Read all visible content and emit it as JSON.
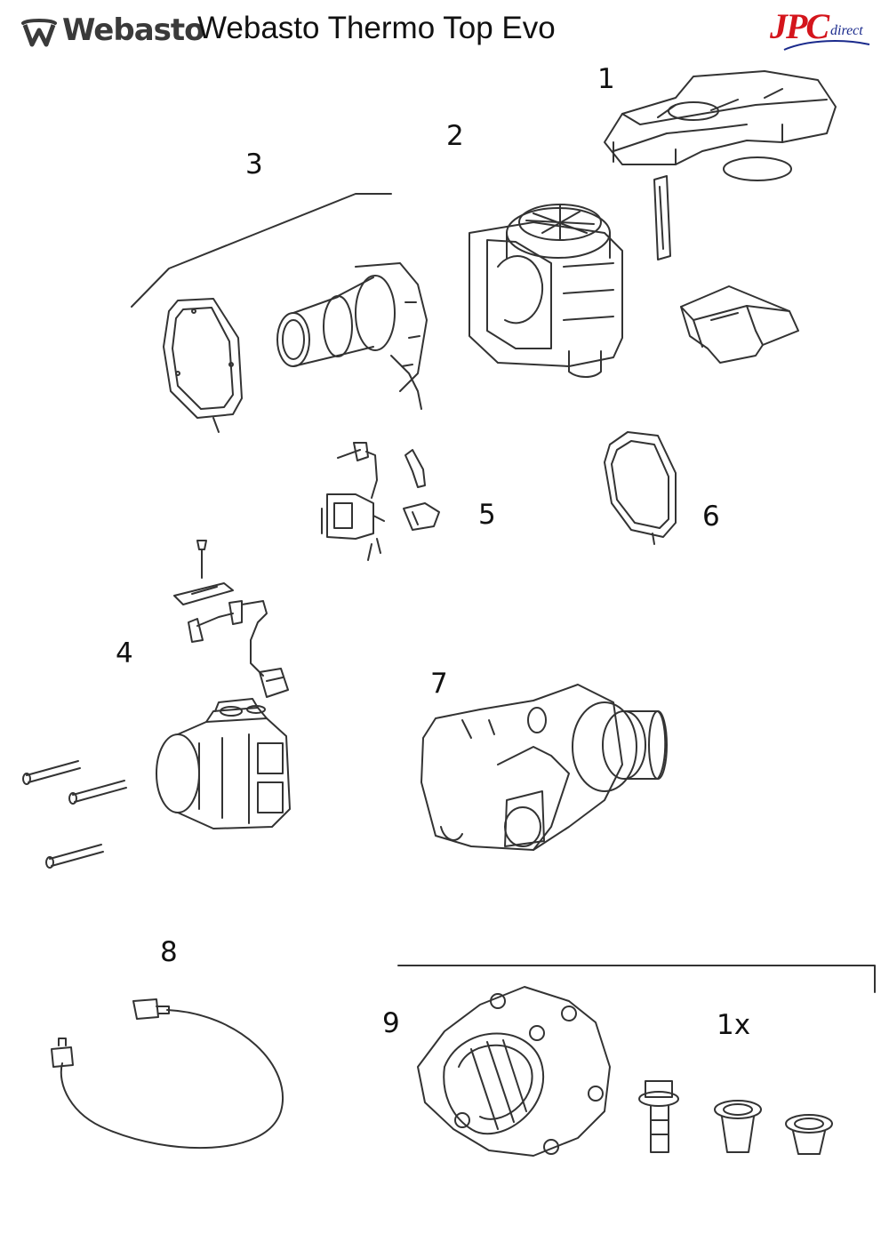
{
  "header": {
    "brand": "Webasto",
    "title": "Webasto Thermo Top Evo",
    "partner_logo": {
      "main": "JPC",
      "sub": "direct"
    }
  },
  "callouts": [
    "1",
    "2",
    "3",
    "4",
    "5",
    "6",
    "7",
    "8",
    "9"
  ],
  "quantity_note": "1x",
  "colors": {
    "text": "#111111",
    "brand_grey": "#3a3a3a",
    "jpc_red": "#d4151c",
    "jpc_blue": "#1a2a8c",
    "line_art": "#333333"
  }
}
